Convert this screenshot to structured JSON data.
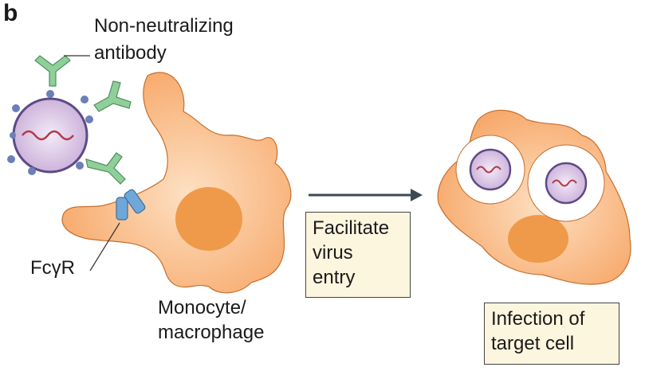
{
  "panel_letter": "b",
  "labels": {
    "antibody_line1": "Non-neutralizing",
    "antibody_line2": "antibody",
    "receptor": "FcγR",
    "cell_line1": "Monocyte/",
    "cell_line2": "macrophage"
  },
  "boxes": {
    "step1_line1": "Facilitate",
    "step1_line2": "virus",
    "step1_line3": "entry",
    "step2_line1": "Infection of",
    "step2_line2": "target cell"
  },
  "colors": {
    "cell": "#f9b57c",
    "cell_nucleus": "#ef9a4a",
    "virus_fill": "#dcc6e6",
    "virus_outline": "#6a5a8e",
    "rna": "#b23a4a",
    "antibody": "#8fcf9a",
    "receptor": "#6fa8d8",
    "box_fill": "#fdf6df",
    "arrow": "#3c4a56"
  }
}
